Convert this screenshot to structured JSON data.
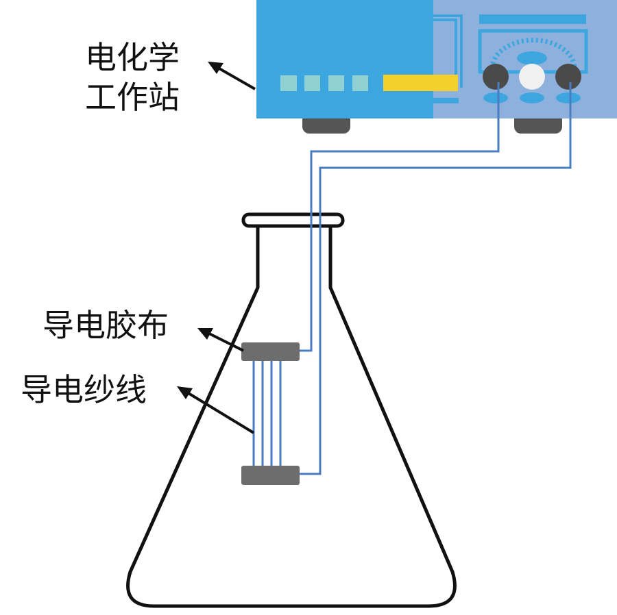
{
  "labels": {
    "station_line1": "电化学",
    "station_line2": "工作站",
    "tape": "导电胶布",
    "yarn": "导电纱线"
  },
  "colors": {
    "instrument_left": "#3ea6df",
    "instrument_right": "#8eb0dc",
    "indicator": "#8fd0d3",
    "display": "#f3d02c",
    "wire": "#4a7cc3",
    "tape": "#6d6d6d",
    "knob": "#4a4a4a"
  }
}
